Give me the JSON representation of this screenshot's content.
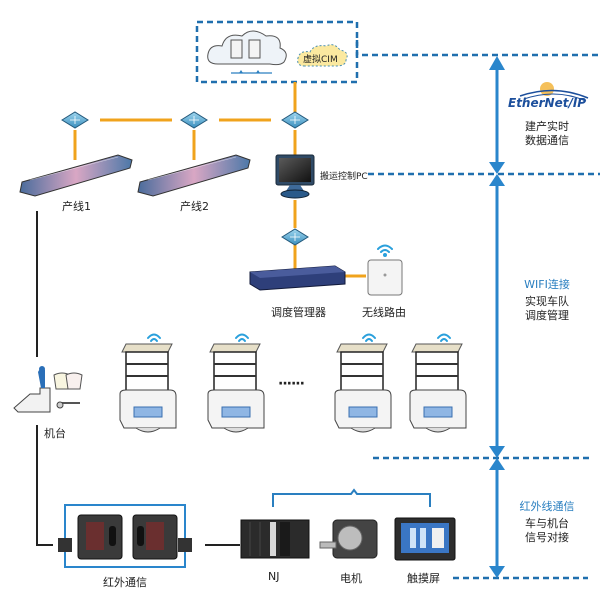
{
  "colors": {
    "accent_blue": "#2a7fc0",
    "dashed_blue": "#1f6fae",
    "orange_link": "#f0a31c",
    "black_link": "#222222",
    "cim_yellow": "#fbe9a0"
  },
  "cloud": {
    "cim_label": "虚拟CIM",
    "server_icons": [
      "server-icon",
      "server-icon"
    ]
  },
  "network": {
    "production_lines": [
      {
        "label": "产线1"
      },
      {
        "label": "产线2"
      }
    ],
    "transport_pc_label": "搬运控制PC",
    "scheduler_label": "调度管理器",
    "wireless_router_label": "无线路由",
    "machine_label": "机台",
    "ellipsis": "······",
    "ir_comm_label": "红外通信",
    "devices": [
      {
        "label": "NJ"
      },
      {
        "label": "电机"
      },
      {
        "label": "触摸屏"
      }
    ],
    "agv_count_shown": 4
  },
  "side_sections": [
    {
      "logo": "EtherNet/IP",
      "title": "",
      "desc": [
        "建产实时",
        "数据通信"
      ]
    },
    {
      "title": "WIFI连接",
      "desc": [
        "实现车队",
        "调度管理"
      ]
    },
    {
      "title": "红外线通信",
      "desc": [
        "车与机台",
        "信号对接"
      ]
    }
  ]
}
